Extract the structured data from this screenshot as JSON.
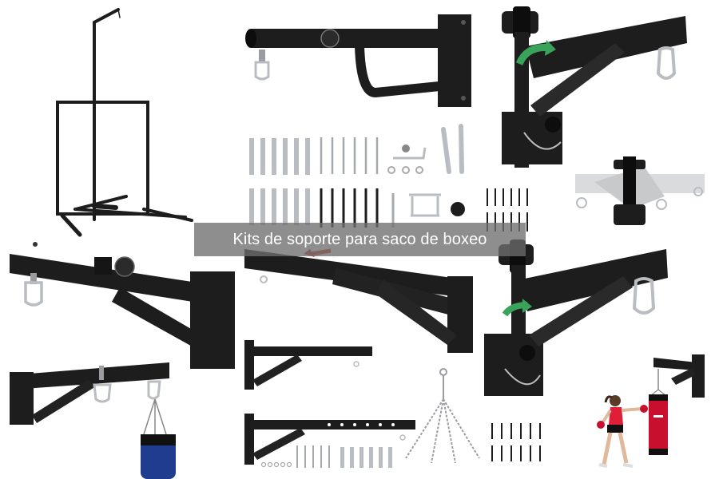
{
  "caption": {
    "text": "Kits de soporte para saco de boxeo"
  },
  "colors": {
    "steel": "#1d1d1d",
    "steel_dark": "#0d0d0d",
    "silver": "#b9bcc0",
    "arrow_green": "#3aa35a",
    "arrow_red": "#c0392b",
    "bag_blue": "#1f3c8f",
    "bag_red": "#c8102e",
    "caption_bg": "#6e6e6e"
  },
  "photos": [
    {
      "name": "freestanding-stand"
    },
    {
      "name": "long-arm-wall-mount"
    },
    {
      "name": "hardware-kit"
    },
    {
      "name": "swivel-mount-rotating"
    },
    {
      "name": "swivel-mount-topview"
    },
    {
      "name": "knob-arm-mount"
    },
    {
      "name": "adjustable-arm-mount"
    },
    {
      "name": "swivel-mount-closeup"
    },
    {
      "name": "short-mount-with-bag"
    },
    {
      "name": "extending-arm-mounts"
    },
    {
      "name": "hanging-chain"
    },
    {
      "name": "bolt-set"
    },
    {
      "name": "mount-with-red-bag"
    },
    {
      "name": "woman-boxing"
    }
  ]
}
